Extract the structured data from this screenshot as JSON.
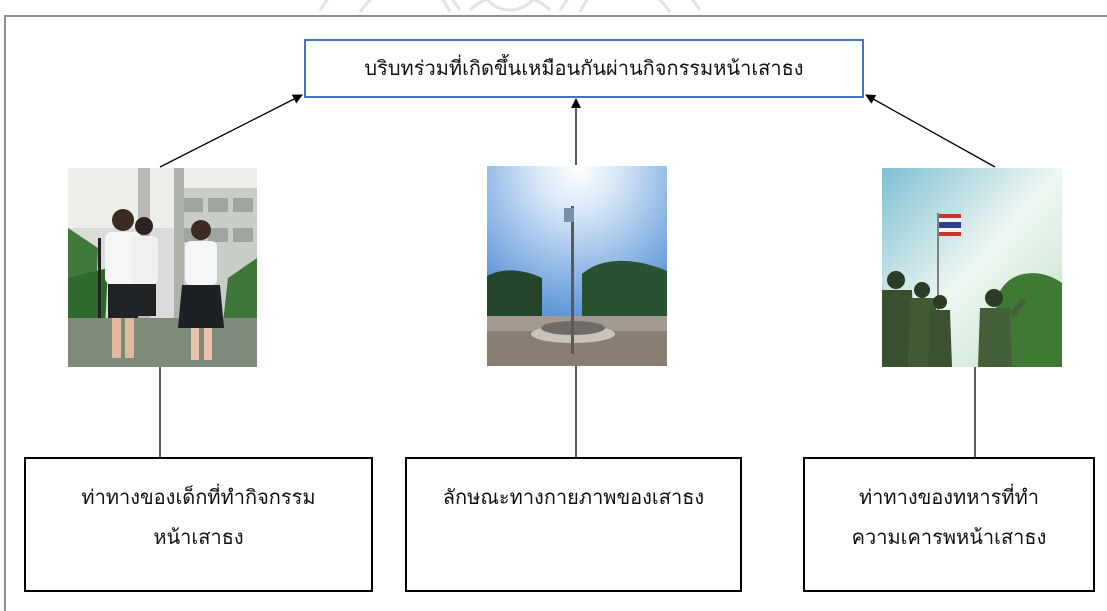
{
  "diagram": {
    "top_box": "บริบทร่วมที่เกิดขึ้นเหมือนกันผ่านกิจกรรมหน้าเสาธง",
    "boxes": [
      {
        "line1": "ท่าทางของเด็กที่ทำกิจกรรม",
        "line2": "หน้าเสาธง"
      },
      {
        "line1": "ลักษณะทางกายภาพของเสาธง",
        "line2": ""
      },
      {
        "line1": "ท่าทางของทหารที่ทำ",
        "line2": "ความเคารพหน้าเสาธง"
      }
    ],
    "photos": [
      {
        "icon": "students-saluting-photo"
      },
      {
        "icon": "flagpole-photo"
      },
      {
        "icon": "soldiers-saluting-photo"
      }
    ]
  },
  "colors": {
    "top_box_border": "#4472c4",
    "box_border": "#000000",
    "frame": "#8e8e8e"
  }
}
